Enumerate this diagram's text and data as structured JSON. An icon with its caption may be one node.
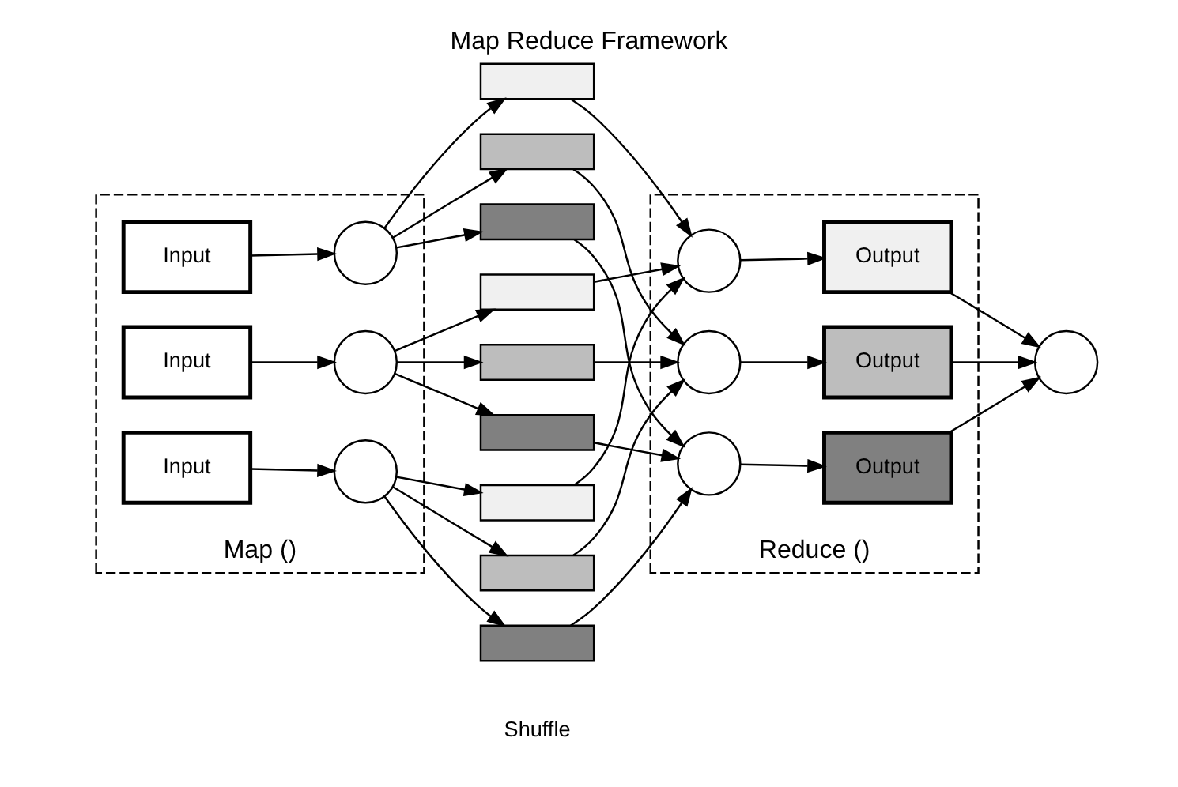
{
  "diagram": {
    "title": "Map Reduce Framework",
    "nodes": [
      {
        "text": [
          "Map ()"
        ]
      },
      {
        "text": [
          "Input"
        ],
        "in": 0
      },
      {
        "text": [],
        "shape": "circle",
        "in": 0
      },
      {
        "text": [
          "Input"
        ],
        "in": 0
      },
      {
        "text": [],
        "shape": "circle",
        "in": 0
      },
      {
        "text": [
          "Input"
        ],
        "in": 0
      },
      {
        "text": [],
        "shape": "circle",
        "in": 0
      },
      {
        "text": [],
        "shape": "box"
      },
      {
        "text": [],
        "shape": "box"
      },
      {
        "text": [],
        "shape": "box"
      },
      {
        "text": [],
        "shape": "box"
      },
      {
        "text": [],
        "shape": "box"
      },
      {
        "text": [],
        "shape": "box"
      },
      {
        "text": [],
        "shape": "box"
      },
      {
        "text": [],
        "shape": "box"
      },
      {
        "text": [],
        "shape": "box"
      },
      {
        "text": [
          "Reduce ()"
        ]
      },
      {
        "text": [],
        "shape": "circle",
        "in": 16
      },
      {
        "text": [
          "Output"
        ],
        "in": 16
      },
      {
        "text": [],
        "shape": "circle",
        "in": 16
      },
      {
        "text": [
          "Output"
        ],
        "in": 16
      },
      {
        "text": [],
        "shape": "circle",
        "in": 16
      },
      {
        "text": [
          "Output"
        ],
        "in": 16
      },
      {
        "text": [],
        "shape": "circle"
      }
    ],
    "edges": [
      {
        "from": 1,
        "to": 2,
        "arrow": "to"
      },
      {
        "from": 3,
        "to": 4,
        "arrow": "to"
      },
      {
        "from": 5,
        "to": 6,
        "arrow": "to"
      },
      {
        "from": 2,
        "to": 7,
        "arrow": "to"
      },
      {
        "from": 2,
        "to": 8,
        "arrow": "to"
      },
      {
        "from": 2,
        "to": 9,
        "arrow": "to"
      },
      {
        "from": 4,
        "to": 10,
        "arrow": "to"
      },
      {
        "from": 4,
        "to": 11,
        "arrow": "to"
      },
      {
        "from": 4,
        "to": 12,
        "arrow": "to"
      },
      {
        "from": 6,
        "to": 13,
        "arrow": "to"
      },
      {
        "from": 6,
        "to": 14,
        "arrow": "to"
      },
      {
        "from": 6,
        "to": 15,
        "arrow": "to"
      },
      {
        "from": 7,
        "to": 17,
        "arrow": "to"
      },
      {
        "from": 8,
        "to": 19,
        "arrow": "to"
      },
      {
        "from": 9,
        "to": 21,
        "arrow": "to"
      },
      {
        "from": 10,
        "to": 17,
        "arrow": "to"
      },
      {
        "from": 11,
        "to": 19,
        "arrow": "to"
      },
      {
        "from": 12,
        "to": 21,
        "arrow": "to"
      },
      {
        "from": 13,
        "to": 17,
        "arrow": "to"
      },
      {
        "from": 14,
        "to": 19,
        "arrow": "to"
      },
      {
        "from": 15,
        "to": 21,
        "arrow": "to"
      },
      {
        "from": 17,
        "to": 18,
        "arrow": "to"
      },
      {
        "from": 19,
        "to": 20,
        "arrow": "to"
      },
      {
        "from": 21,
        "to": 22,
        "arrow": "to"
      },
      {
        "from": 18,
        "to": 23,
        "arrow": "to"
      },
      {
        "from": 20,
        "to": 23,
        "arrow": "to"
      },
      {
        "from": 22,
        "to": 23,
        "arrow": "to"
      }
    ],
    "labels": [
      "Shuffle"
    ]
  }
}
